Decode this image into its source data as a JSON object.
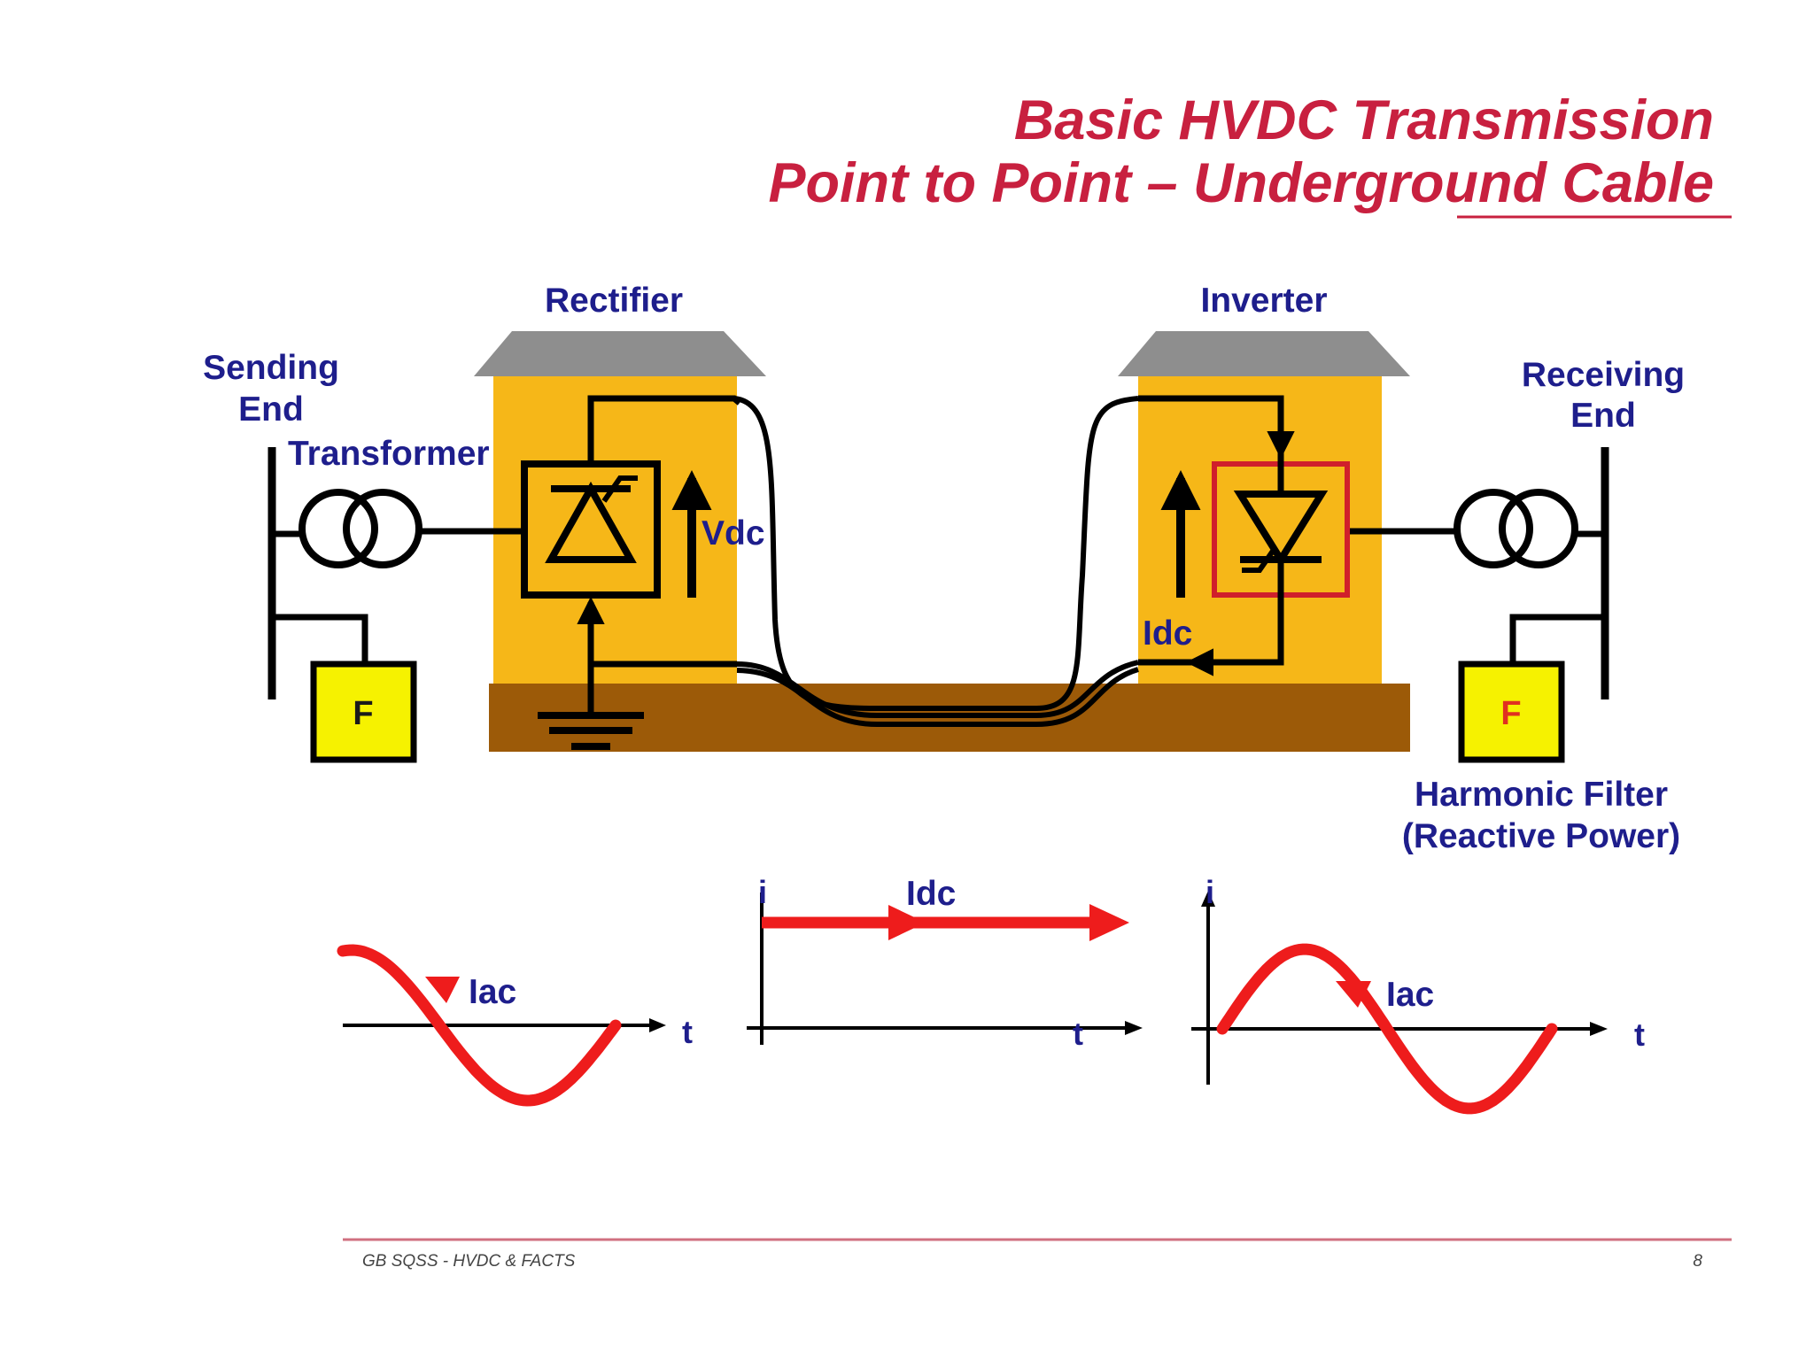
{
  "title": {
    "line1": "Basic HVDC Transmission",
    "line2": "Point to Point – Underground Cable"
  },
  "labels": {
    "rectifier": "Rectifier",
    "inverter": "Inverter",
    "sending_line1": "Sending",
    "sending_line2": "End",
    "receiving_line1": "Receiving",
    "receiving_line2": "End",
    "transformer": "Transformer",
    "vdc": "Vdc",
    "idc": "Idc",
    "filter_left": "F",
    "filter_right": "F",
    "harmonic_line1": "Harmonic Filter",
    "harmonic_line2": "(Reactive Power)"
  },
  "waveforms": {
    "left_label": "Iac",
    "left_t": "t",
    "middle_label": "Idc",
    "middle_i": "i",
    "middle_t": "t",
    "right_label": "Iac",
    "right_i": "i",
    "right_t": "t"
  },
  "footer": {
    "left": "GB SQSS - HVDC & FACTS",
    "page": "8"
  },
  "colors": {
    "title": "#c8203f",
    "label": "#1e1e8c",
    "building": "#f6b718",
    "roof": "#8e8e8e",
    "ground": "#9c5a08",
    "filter_box": "#f6f200",
    "waveform": "#ee1c1c",
    "inverter_frame": "#d01f2b"
  }
}
